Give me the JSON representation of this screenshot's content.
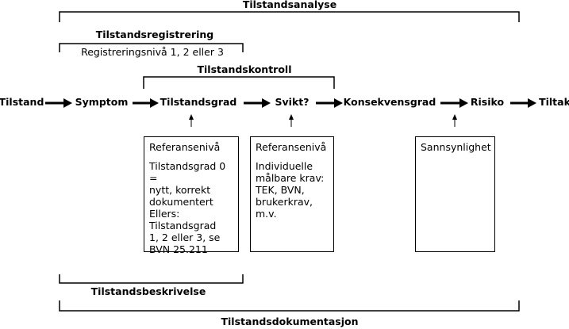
{
  "brackets": {
    "tilstandsanalyse": "Tilstandsanalyse",
    "tilstandsregistrering": "Tilstandsregistrering",
    "registreringsniva": "Registreringsnivå 1, 2 eller 3",
    "tilstandskontroll": "Tilstandskontroll",
    "tilstandsbeskrivelse": "Tilstandsbeskrivelse",
    "tilstandsdokumentasjon": "Tilstandsdokumentasjon"
  },
  "flow": {
    "tilstand": "Tilstand",
    "symptom": "Symptom",
    "tilstandsgrad": "Tilstandsgrad",
    "svikt": "Svikt?",
    "konsekvensgrad": "Konsekvensgrad",
    "risiko": "Risiko",
    "tiltak": "Tiltak"
  },
  "boxes": {
    "tilstandsgrad_box": {
      "header": "Referansenivå",
      "body": "Tilstandsgrad 0 =\nnytt, korrekt\ndokumentert\nEllers:\nTilstandsgrad\n1, 2 eller 3, se\nBVN 25.211"
    },
    "svikt_box": {
      "header": "Referansenivå",
      "body": "Individuelle\nmålbare krav:\nTEK, BVN,\nbrukerkrav,\nm.v."
    },
    "risiko_box": {
      "header": "Sannsynlighet"
    }
  }
}
